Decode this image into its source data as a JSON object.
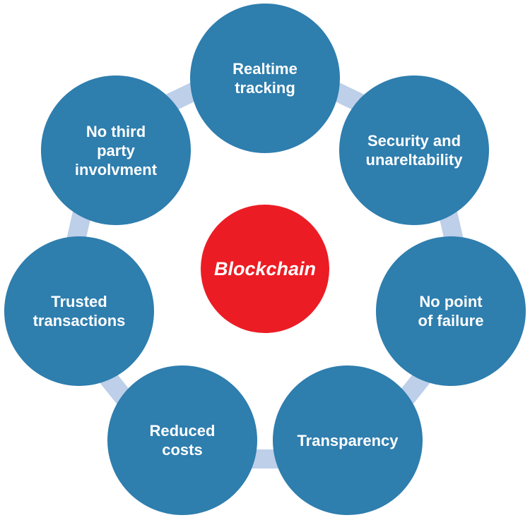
{
  "diagram": {
    "type": "cycle",
    "center_node": {
      "label": "Blockchain"
    },
    "nodes": [
      {
        "id": "realtime-tracking",
        "lines": [
          "Realtime",
          "tracking"
        ]
      },
      {
        "id": "security-unareltability",
        "lines": [
          "Security and",
          "unareltability"
        ]
      },
      {
        "id": "no-point-of-failure",
        "lines": [
          "No point",
          "of failure"
        ]
      },
      {
        "id": "transparency",
        "lines": [
          "Transparency"
        ]
      },
      {
        "id": "reduced-costs",
        "lines": [
          "Reduced",
          "costs"
        ]
      },
      {
        "id": "trusted-transactions",
        "lines": [
          "Trusted",
          "transactions"
        ]
      },
      {
        "id": "no-third-party-involvment",
        "lines": [
          "No third",
          "party",
          "involvment"
        ]
      }
    ],
    "colors": {
      "node_fill": "#2E7EAE",
      "center_fill": "#EC1C24",
      "connector_fill": "#BDCFE9",
      "label_color": "#FFFFFF",
      "background": "#FFFFFF"
    }
  }
}
